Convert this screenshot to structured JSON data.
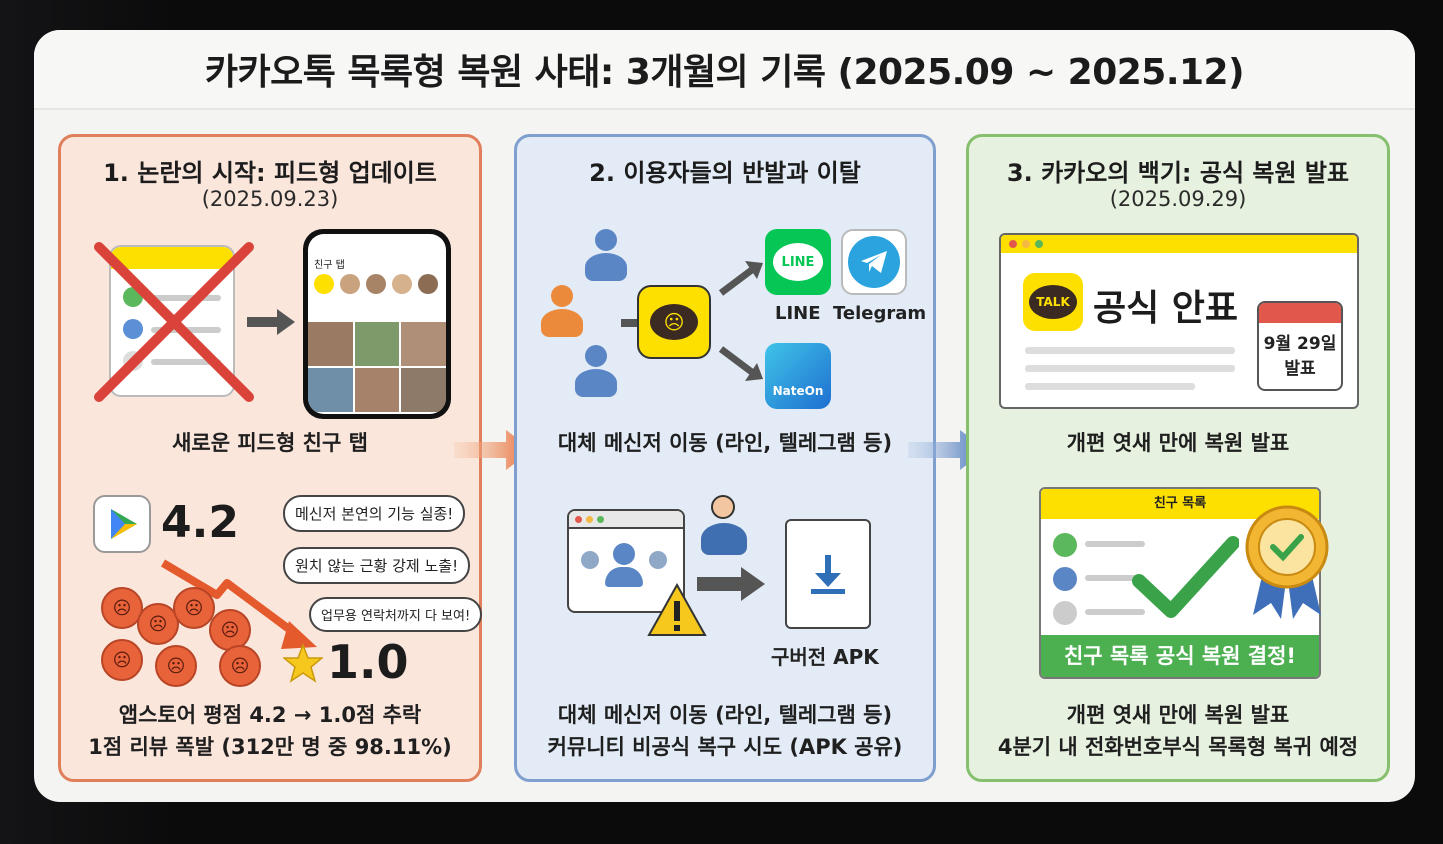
{
  "title": "카카오톡 목록형 복원 사태: 3개월의 기록 (2025.09 ~ 2025.12)",
  "panels": [
    {
      "title": "1. 논란의 시작: 피드형 업데이트",
      "date": "(2025.09.23)",
      "caption_top": "새로운 피드형 친구 탭",
      "phone_tab": "친구 탭",
      "rating_before": "4.2",
      "rating_after": "1.0",
      "bubbles": [
        "메신저 본연의 기능 실종!",
        "원치 않는 근황 강제 노출!",
        "업무용 연락처까지 다 보여!"
      ],
      "caption_bottom_1": "앱스토어 평점 4.2 → 1.0점 추락",
      "caption_bottom_2": "1점 리뷰 폭발 (312만 명 중 98.11%)"
    },
    {
      "title": "2. 이용자들의 반발과 이탈",
      "apps": [
        "LINE",
        "Telegram",
        "NateOn"
      ],
      "line_logo": "LINE",
      "caption_top": "대체 메신저 이동 (라인, 텔레그램 등)",
      "apk_label": "구버전 APK",
      "caption_bottom_1": "대체 메신저 이동 (라인, 텔레그램 등)",
      "caption_bottom_2": "커뮤니티 비공식 복구 시도 (APK 공유)"
    },
    {
      "title": "3. 카카오의 백기: 공식 복원 발표",
      "date": "(2025.09.29)",
      "notice_logo": "TALK",
      "notice_title": "공식 안표",
      "calendar_line1": "9월 29일",
      "calendar_line2": "발표",
      "caption_top": "개편 엿새 만에 복원 발표",
      "list_header": "친구 목록",
      "banner": "친구 목록 공식 복원 결정!",
      "caption_bottom_1": "개편 엿새 만에 복원 발표",
      "caption_bottom_2": "4분기 내 전화번호부식 목록형 복귀 예정"
    }
  ],
  "colors": {
    "panel1_bg": "#fbe6dc",
    "panel1_border": "#e07f5c",
    "panel2_bg": "#e2ebf6",
    "panel2_border": "#7f9fcf",
    "panel3_bg": "#e6f1df",
    "panel3_border": "#86bf6e",
    "kakao_yellow": "#fde000",
    "line_green": "#06c755",
    "telegram_blue": "#2aa3df",
    "banner_green": "#4caf50"
  }
}
